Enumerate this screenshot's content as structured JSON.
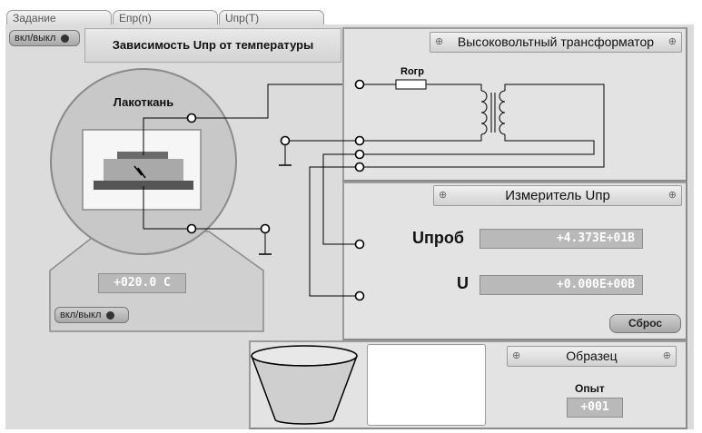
{
  "tabs": [
    {
      "label": "Задание"
    },
    {
      "label": "Eпр(n)"
    },
    {
      "label": "Uпр(T)"
    }
  ],
  "left": {
    "power_top_label": "вкл/выкл",
    "title": "Зависимость Uпр от температуры",
    "sample_label": "Лакоткань",
    "temperature": "+020.0 C",
    "power_bottom_label": "вкл/выкл"
  },
  "transformer": {
    "title": "Высоковольтный трансформатор",
    "resistor_label": "Rогр"
  },
  "meter": {
    "title": "Измеритель Uпр",
    "uprob_label": "Uпроб",
    "uprob_value": "+4.373E+01В",
    "u_label": "U",
    "u_value": "+0.000E+00В",
    "reset_label": "Сброс"
  },
  "sample": {
    "title": "Образец",
    "experiment_label": "Опыт",
    "experiment_value": "+001"
  },
  "colors": {
    "background": "#dcdcdc",
    "panel": "#e3e3e3",
    "lcd": "#b9b9b9"
  }
}
